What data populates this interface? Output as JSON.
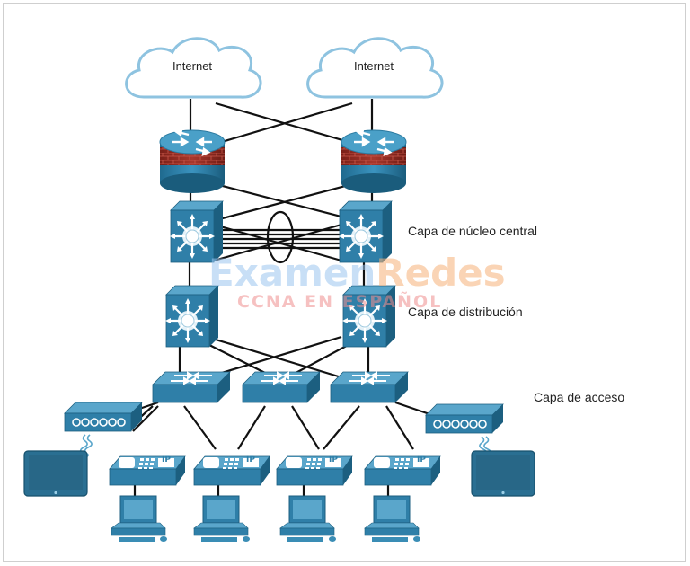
{
  "clouds": [
    {
      "label": "Internet"
    },
    {
      "label": "Internet"
    }
  ],
  "layers": {
    "core": "Capa de núcleo central",
    "distribution": "Capa de distribución",
    "access": "Capa de acceso"
  },
  "watermark": {
    "part1": "Examen",
    "part2": "Redes",
    "subtitle": "CCNA EN ESPAÑOL"
  },
  "phone_badge": "IP",
  "colors": {
    "device": "#2f7fa8",
    "device_dark": "#1c5f80",
    "device_light": "#5aa6cb",
    "firewall": "#8c2a22",
    "cable": "#111111",
    "wm_blue": "#9cc6ef",
    "wm_orange": "#f6b27a",
    "wm_red": "#f08f8f"
  }
}
